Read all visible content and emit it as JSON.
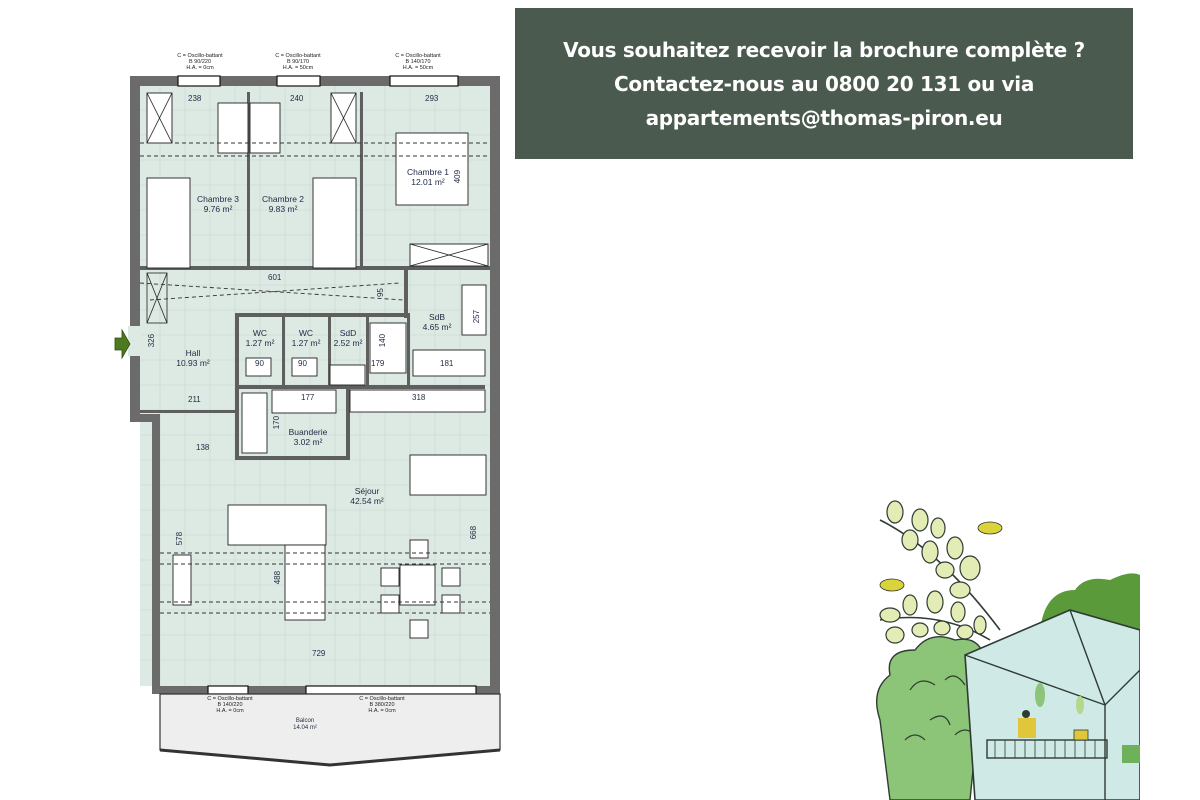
{
  "cta": {
    "line1": "Vous souhaitez recevoir la brochure complète ?",
    "line2": "Contactez-nous au 0800 20 131 ou via",
    "line3": "appartements@thomas-piron.eu",
    "background": "#4a5a4e",
    "text_color": "#ffffff"
  },
  "floorplan": {
    "floor_color": "#dde9e3",
    "wall_color": "#5a5a5a",
    "windows_top": [
      {
        "type": "C = Oscillo-battant",
        "size": "B 90/220",
        "ha": "H.A. = 0cm"
      },
      {
        "type": "C = Oscillo-battant",
        "size": "B 90/170",
        "ha": "H.A. = 50cm"
      },
      {
        "type": "C = Oscillo-battant",
        "size": "B 140/170",
        "ha": "H.A. = 50cm"
      }
    ],
    "windows_bottom": [
      {
        "type": "C = Oscillo-battant",
        "size": "B 140/220",
        "ha": "H.A. = 0cm"
      },
      {
        "type": "C = Oscillo-battant",
        "size": "B 380/220",
        "ha": "H.A. = 0cm"
      }
    ],
    "rooms": {
      "chambre3": {
        "name": "Chambre 3",
        "area": "9.76 m²"
      },
      "chambre2": {
        "name": "Chambre 2",
        "area": "9.83 m²"
      },
      "chambre1": {
        "name": "Chambre 1",
        "area": "12.01 m²"
      },
      "hall": {
        "name": "Hall",
        "area": "10.93 m²"
      },
      "wc1": {
        "name": "WC",
        "area": "1.27 m²"
      },
      "wc2": {
        "name": "WC",
        "area": "1.27 m²"
      },
      "sdd": {
        "name": "SdD",
        "area": "2.52 m²"
      },
      "sdb": {
        "name": "SdB",
        "area": "4.65 m²"
      },
      "buanderie": {
        "name": "Buanderie",
        "area": "3.02 m²"
      },
      "sejour": {
        "name": "Séjour",
        "area": "42.54 m²"
      },
      "balcon": {
        "name": "Balcon",
        "area": "14.04 m²"
      }
    },
    "dimensions": {
      "d238": "238",
      "d240": "240",
      "d293": "293",
      "d409": "409",
      "d601": "601",
      "d95": "95",
      "d257": "257",
      "d326": "326",
      "d90a": "90",
      "d90b": "90",
      "d140": "140",
      "d179": "179",
      "d181": "181",
      "d211": "211",
      "d177": "177",
      "d318": "318",
      "d170": "170",
      "d138": "138",
      "d578": "578",
      "d488": "488",
      "d668": "668",
      "d729": "729"
    }
  },
  "icons": {
    "entry": "entry-arrow-icon",
    "illustration": "nature-building-illustration"
  }
}
